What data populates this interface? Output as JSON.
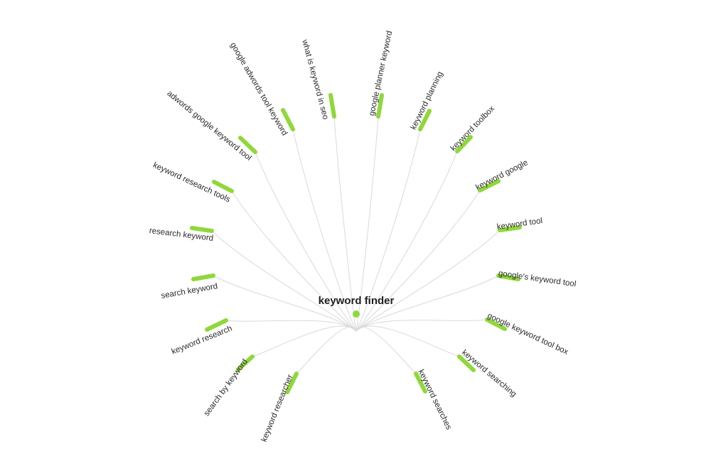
{
  "root": {
    "label": "keyword finder",
    "color": "#8fd83a"
  },
  "edge_color": "#d9d9d9",
  "leaves": [
    {
      "label": "keyword researcher"
    },
    {
      "label": "search by keyword"
    },
    {
      "label": "keyword research"
    },
    {
      "label": "search keyword"
    },
    {
      "label": "research keyword"
    },
    {
      "label": "keyword research tools"
    },
    {
      "label": "adwords google keyword tool"
    },
    {
      "label": "google adwords tool keyword"
    },
    {
      "label": "what is keyword in seo"
    },
    {
      "label": "google planner keyword"
    },
    {
      "label": "keyword planning"
    },
    {
      "label": "keyword toolbox"
    },
    {
      "label": "keyword google"
    },
    {
      "label": "keyword tool"
    },
    {
      "label": "google's keyword tool"
    },
    {
      "label": "google keyword tool box"
    },
    {
      "label": "keyword searching"
    },
    {
      "label": "keyword searches"
    }
  ]
}
